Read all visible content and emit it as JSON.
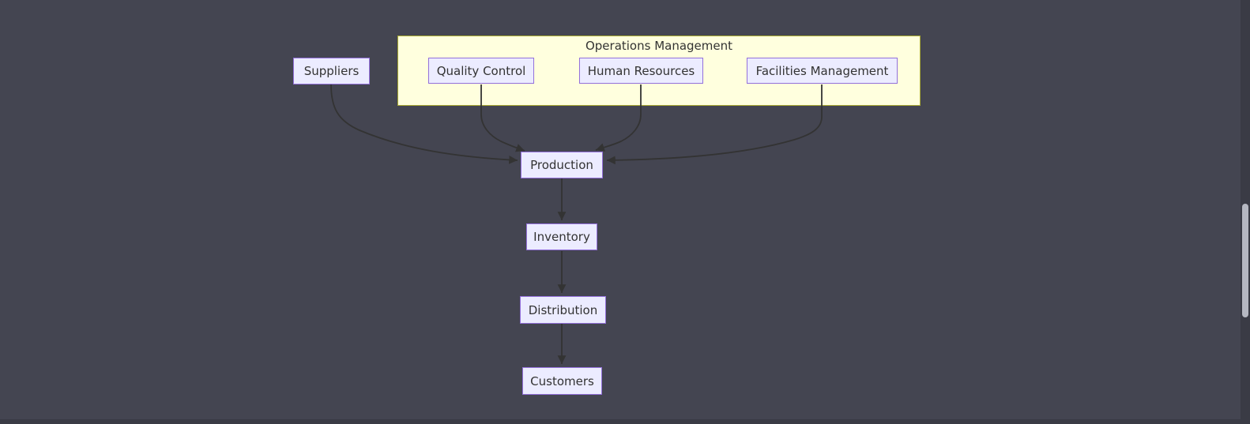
{
  "diagram": {
    "cluster": {
      "title": "Operations Management"
    },
    "nodes": {
      "suppliers": {
        "label": "Suppliers"
      },
      "quality_control": {
        "label": "Quality Control"
      },
      "human_resources": {
        "label": "Human Resources"
      },
      "facilities_management": {
        "label": "Facilities Management"
      },
      "production": {
        "label": "Production"
      },
      "inventory": {
        "label": "Inventory"
      },
      "distribution": {
        "label": "Distribution"
      },
      "customers": {
        "label": "Customers"
      }
    },
    "edges": [
      {
        "from": "Suppliers",
        "to": "Production"
      },
      {
        "from": "Quality Control",
        "to": "Production"
      },
      {
        "from": "Human Resources",
        "to": "Production"
      },
      {
        "from": "Facilities Management",
        "to": "Production"
      },
      {
        "from": "Production",
        "to": "Inventory"
      },
      {
        "from": "Inventory",
        "to": "Distribution"
      },
      {
        "from": "Distribution",
        "to": "Customers"
      }
    ],
    "colors": {
      "background": "#444551",
      "node_fill": "#ececff",
      "node_border": "#9370db",
      "node_text": "#333333",
      "cluster_fill": "#ffffde",
      "cluster_border": "#aaaa33",
      "edge": "#333333",
      "scrollbar_track": "#3a3b45",
      "scrollbar_thumb": "#b5b7c1"
    }
  }
}
